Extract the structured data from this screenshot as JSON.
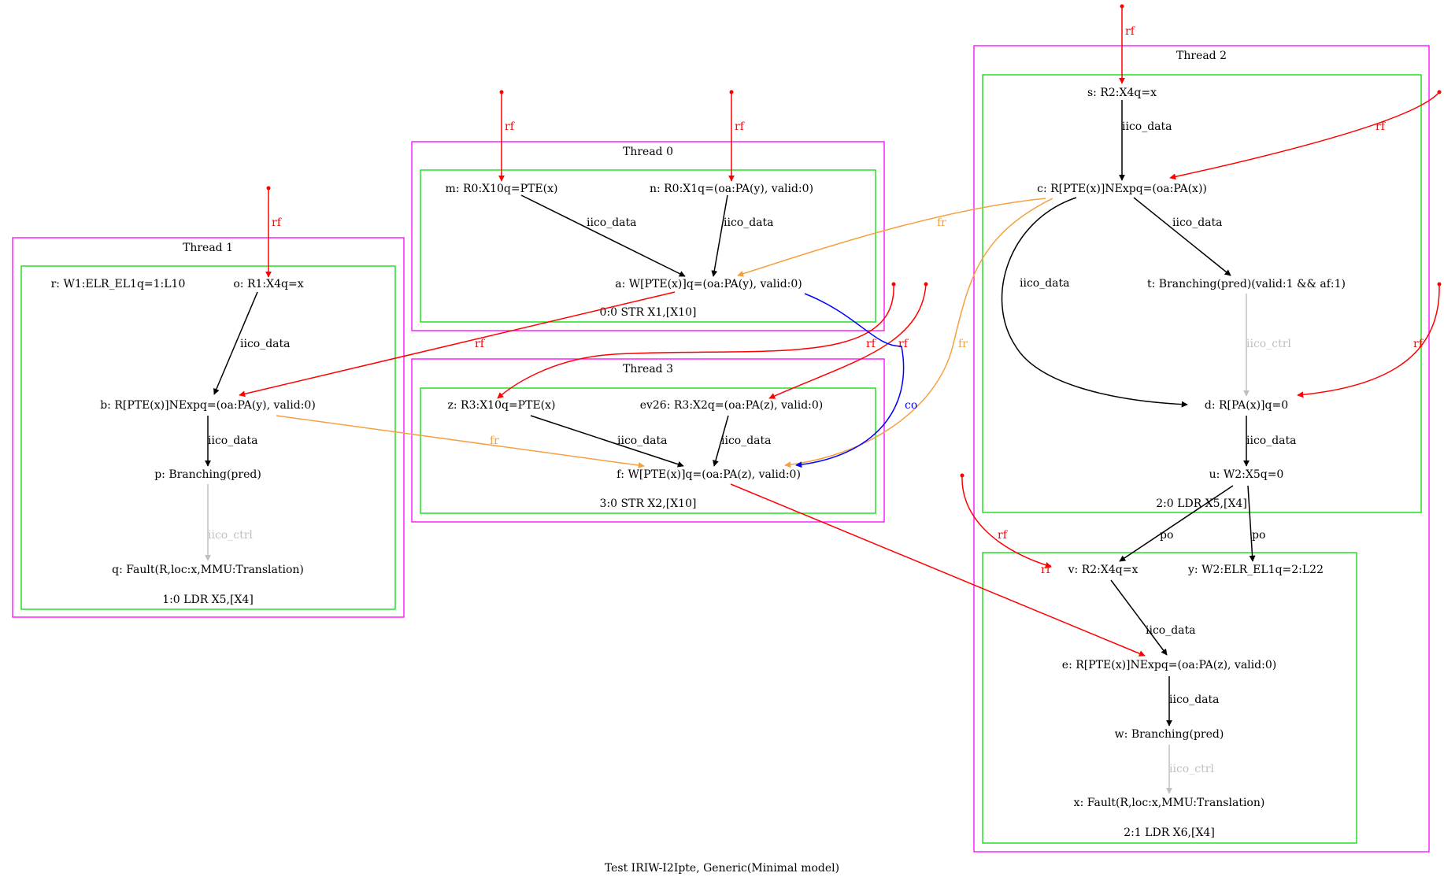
{
  "caption": "Test IRIW-I2Ipte, Generic(Minimal model)",
  "colors": {
    "thread_box": "#ff00ff",
    "instr_box": "#00dd00",
    "rf": "#ff0000",
    "fr": "#f5a040",
    "co": "#0000ff",
    "iico_data": "#000000",
    "iico_ctrl": "#c0c0c0",
    "po": "#000000"
  },
  "threads": {
    "t0": {
      "title": "Thread 0",
      "instr": "0:0 STR X1,[X10]"
    },
    "t1": {
      "title": "Thread 1",
      "instr": "1:0 LDR X5,[X4]"
    },
    "t2": {
      "title": "Thread 2",
      "instr_a": "2:0 LDR X5,[X4]",
      "instr_b": "2:1 LDR X6,[X4]"
    },
    "t3": {
      "title": "Thread 3",
      "instr": "3:0 STR X2,[X10]"
    }
  },
  "nodes": {
    "m": "m: R0:X10q=PTE(x)",
    "n": "n: R0:X1q=(oa:PA(y), valid:0)",
    "a": "a: W[PTE(x)]q=(oa:PA(y), valid:0)",
    "r": "r: W1:ELR_EL1q=1:L10",
    "o": "o: R1:X4q=x",
    "b": "b: R[PTE(x)]NExpq=(oa:PA(y), valid:0)",
    "p": "p: Branching(pred)",
    "q": "q: Fault(R,loc:x,MMU:Translation)",
    "z": "z: R3:X10q=PTE(x)",
    "ev26": "ev26: R3:X2q=(oa:PA(z), valid:0)",
    "f": "f: W[PTE(x)]q=(oa:PA(z), valid:0)",
    "s": "s: R2:X4q=x",
    "c": "c: R[PTE(x)]NExpq=(oa:PA(x))",
    "t": "t: Branching(pred)(valid:1 && af:1)",
    "d": "d: R[PA(x)]q=0",
    "u": "u: W2:X5q=0",
    "v": "v: R2:X4q=x",
    "y": "y: W2:ELR_EL1q=2:L22",
    "e": "e: R[PTE(x)]NExpq=(oa:PA(z), valid:0)",
    "w": "w: Branching(pred)",
    "x": "x: Fault(R,loc:x,MMU:Translation)"
  },
  "edge_labels": {
    "rf": "rf",
    "fr": "fr",
    "co": "co",
    "iico_data": "iico_data",
    "iico_ctrl": "iico_ctrl",
    "po": "po"
  }
}
